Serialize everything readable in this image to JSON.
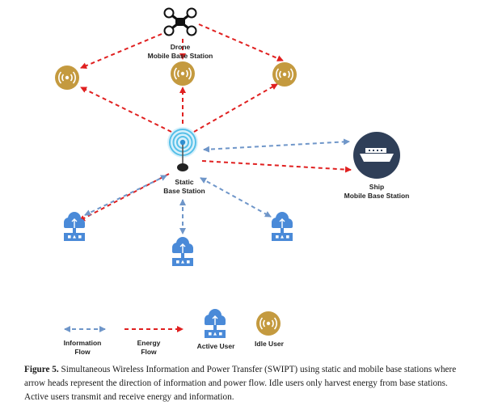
{
  "nodes": {
    "drone": {
      "label_line1": "Drone",
      "label_line2": "Mobile Base Station"
    },
    "static_bs": {
      "label_line1": "Static",
      "label_line2": "Base Station"
    },
    "ship": {
      "label_line1": "Ship",
      "label_line2": "Mobile Base Station"
    }
  },
  "legend": {
    "information_flow": {
      "line1": "Information",
      "line2": "Flow"
    },
    "energy_flow": {
      "line1": "Energy",
      "line2": "Flow"
    },
    "active_user": "Active User",
    "idle_user": "Idle User"
  },
  "caption": {
    "prefix": "Figure 5.",
    "text": "Simultaneous Wireless Information and Power Transfer (SWIPT) using static and mobile base stations where arrow heads represent the direction of information and power flow.  Idle users only harvest energy from base stations. Active users transmit and receive energy and information."
  },
  "colors": {
    "energy_arrow": "#e02020",
    "information_arrow": "#6f96c9",
    "idle_user": "#c49a3f",
    "active_user": "#4a8ad8",
    "ship_circle": "#2f3f58"
  }
}
